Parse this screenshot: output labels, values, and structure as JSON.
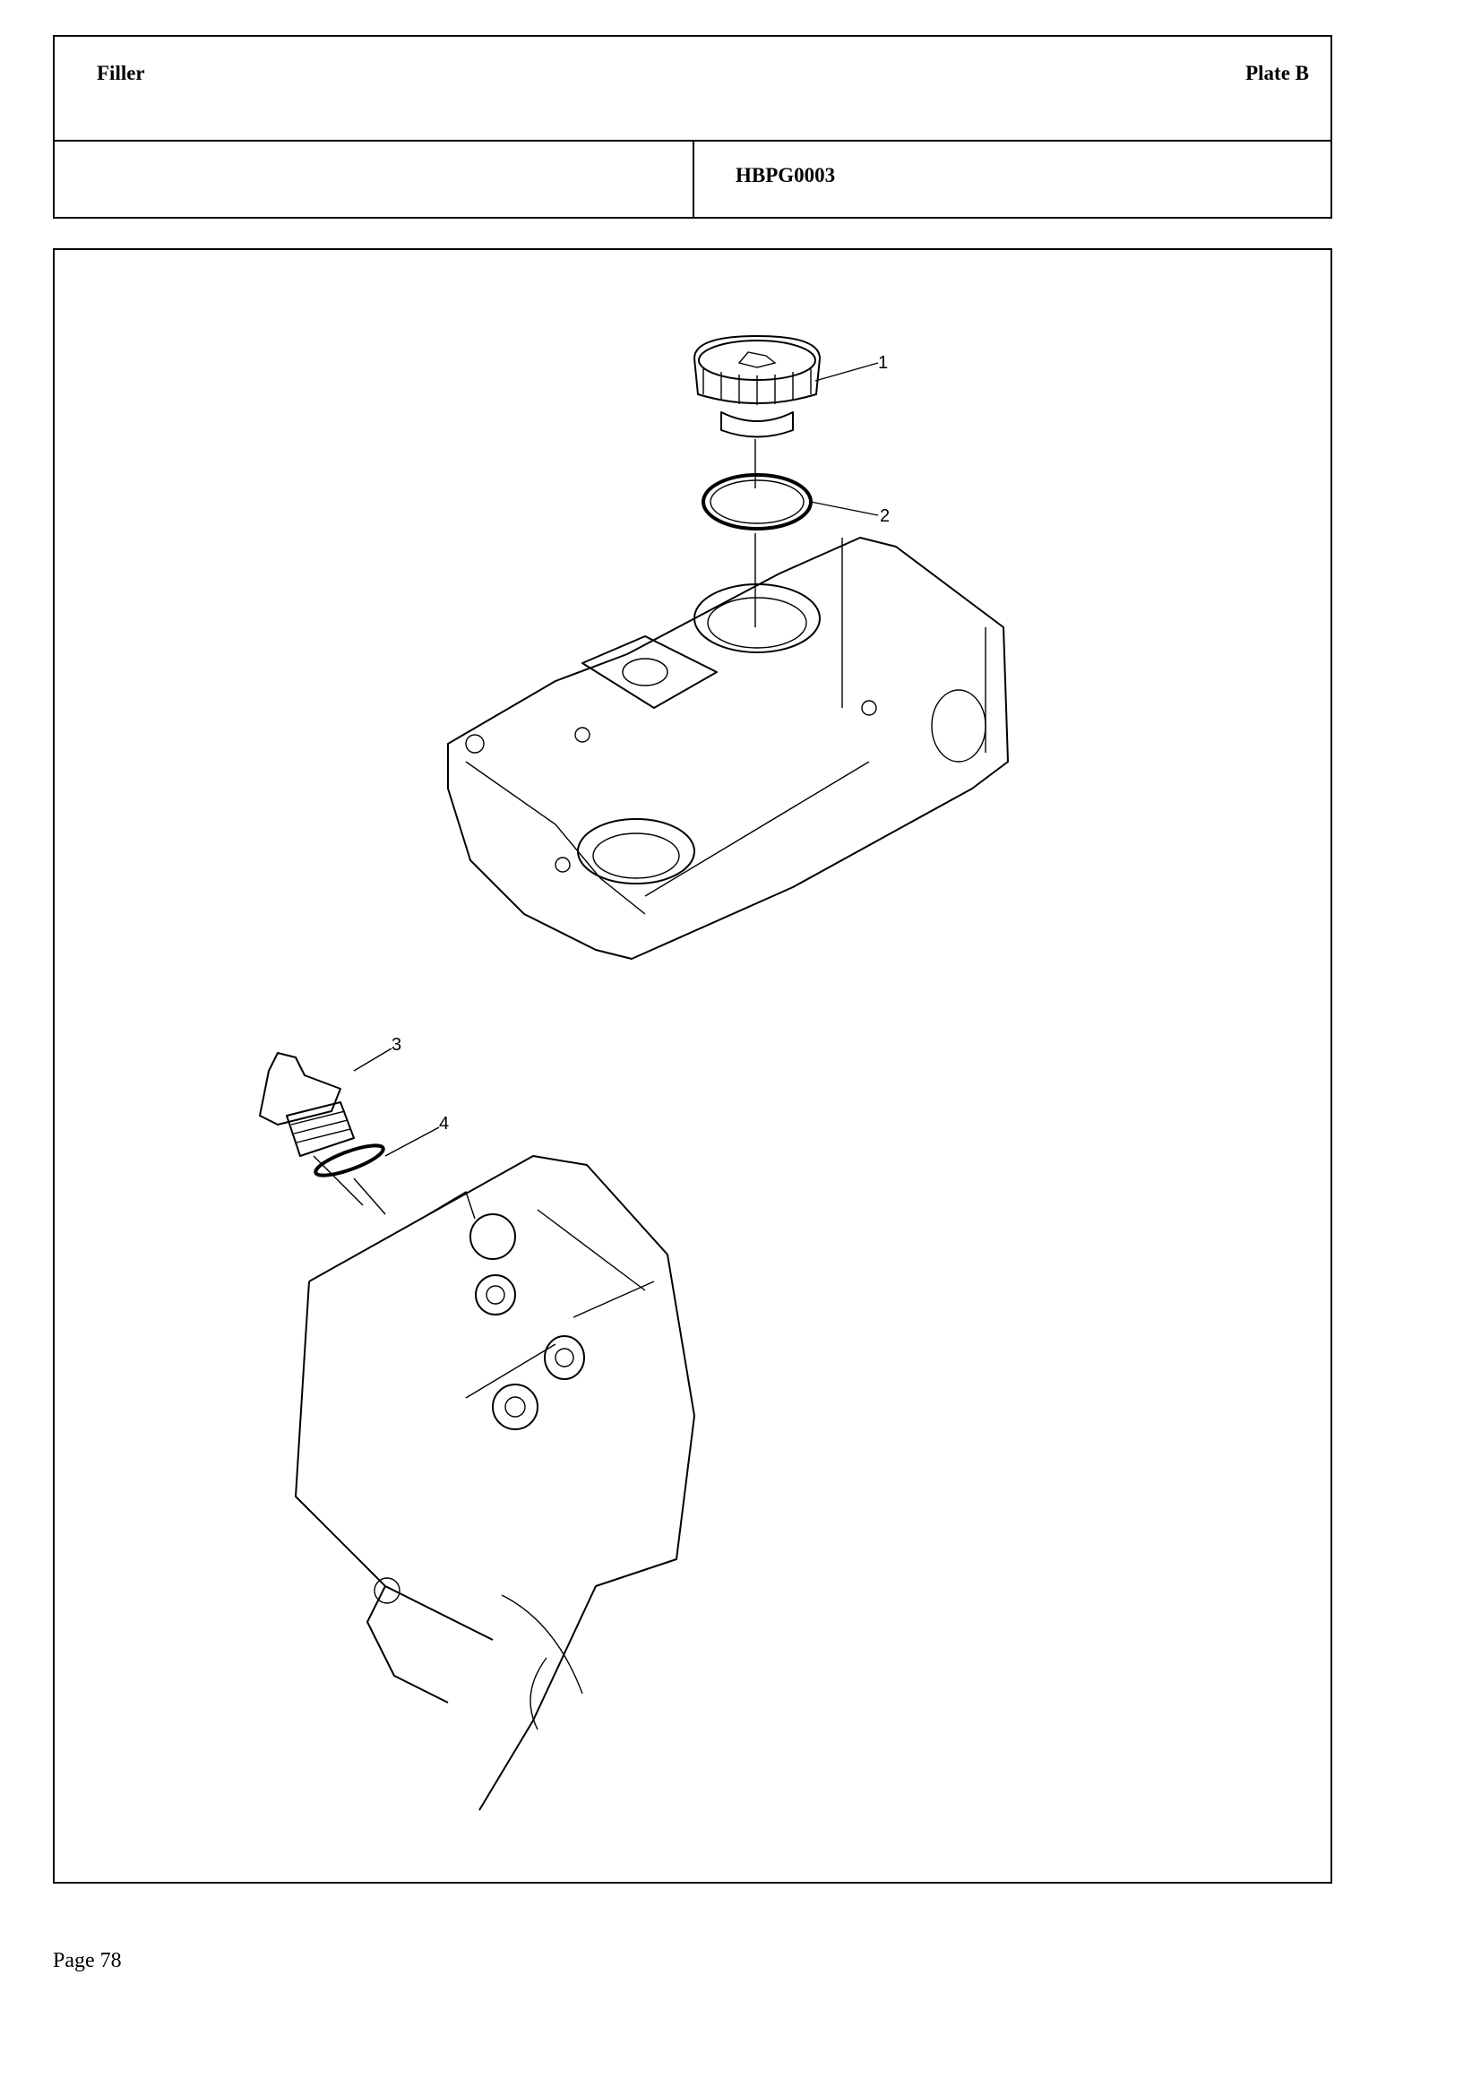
{
  "header": {
    "title": "Filler",
    "plate": "Plate B",
    "code": "HBPG0003"
  },
  "illustration": {
    "callouts": [
      {
        "number": "1",
        "part": "filler-cap"
      },
      {
        "number": "2",
        "part": "o-ring"
      },
      {
        "number": "3",
        "part": "filler-plug"
      },
      {
        "number": "4",
        "part": "o-ring"
      }
    ]
  },
  "footer": {
    "page": "Page 78"
  }
}
